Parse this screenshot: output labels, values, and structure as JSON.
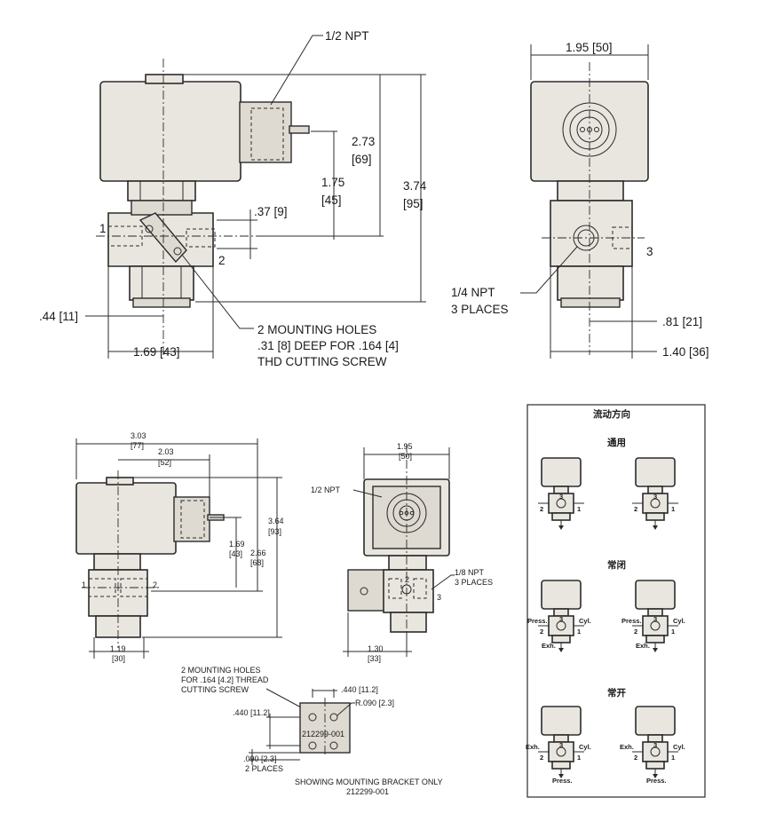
{
  "views": {
    "front_top": {
      "npt_half": "1/2 NPT",
      "dim_273": "2.73",
      "dim_69": "[69]",
      "dim_374": "3.74",
      "dim_95": "[95]",
      "dim_175": "1.75",
      "dim_45": "[45]",
      "dim_37": ".37 [9]",
      "dim_44": ".44 [11]",
      "dim_169": "1.69 [43]",
      "port_1": "1",
      "port_2": "2",
      "mount_l1": "2 MOUNTING HOLES",
      "mount_l2": ".31 [8] DEEP FOR .164 [4]",
      "mount_l3": "THD CUTTING SCREW"
    },
    "side_top": {
      "dim_195": "1.95 [50]",
      "port_3": "3",
      "npt_q1": "1/4 NPT",
      "npt_q2": "3 PLACES",
      "dim_81": ".81 [21]",
      "dim_140": "1.40 [36]"
    },
    "front_bottom": {
      "dim_303": "3.03",
      "dim_77": "[77]",
      "dim_203": "2.03",
      "dim_52": "[52]",
      "dim_364": "3.64",
      "dim_93": "[93]",
      "dim_266": "2.66",
      "dim_68": "[68]",
      "dim_169": "1.69",
      "dim_43": "[43]",
      "dim_119": "1.19",
      "dim_30": "[30]",
      "port_1": "1",
      "port_2": "2"
    },
    "side_bottom": {
      "dim_195": "1.95",
      "dim_50": "[50]",
      "npt_half": "1/2 NPT",
      "npt_e1": "1/8 NPT",
      "npt_e2": "3 PLACES",
      "dim_130": "1.30",
      "dim_33": "[33]",
      "port_2": "2",
      "port_3": "3"
    },
    "bracket": {
      "title_l1": "2 MOUNTING HOLES",
      "title_l2": "FOR .164 [4.2] THREAD",
      "title_l3": "CUTTING SCREW",
      "dim_440a": ".440 [11.2]",
      "dim_r": "R.090 [2.3]",
      "dim_440b": ".440 [11.2]",
      "part": "212299-001",
      "dim_090": ".090 [2.3]",
      "places": "2 PLACES",
      "caption_l1": "SHOWING MOUNTING BRACKET ONLY",
      "caption_l2": "212299-001"
    },
    "flow_panel": {
      "title": "流动方向",
      "universal": "通用",
      "nc": "常闭",
      "no": "常开",
      "press": "Press.",
      "cyl": "Cyl.",
      "exh": "Exh.",
      "n1": "1",
      "n2": "2",
      "n3": "3"
    }
  }
}
